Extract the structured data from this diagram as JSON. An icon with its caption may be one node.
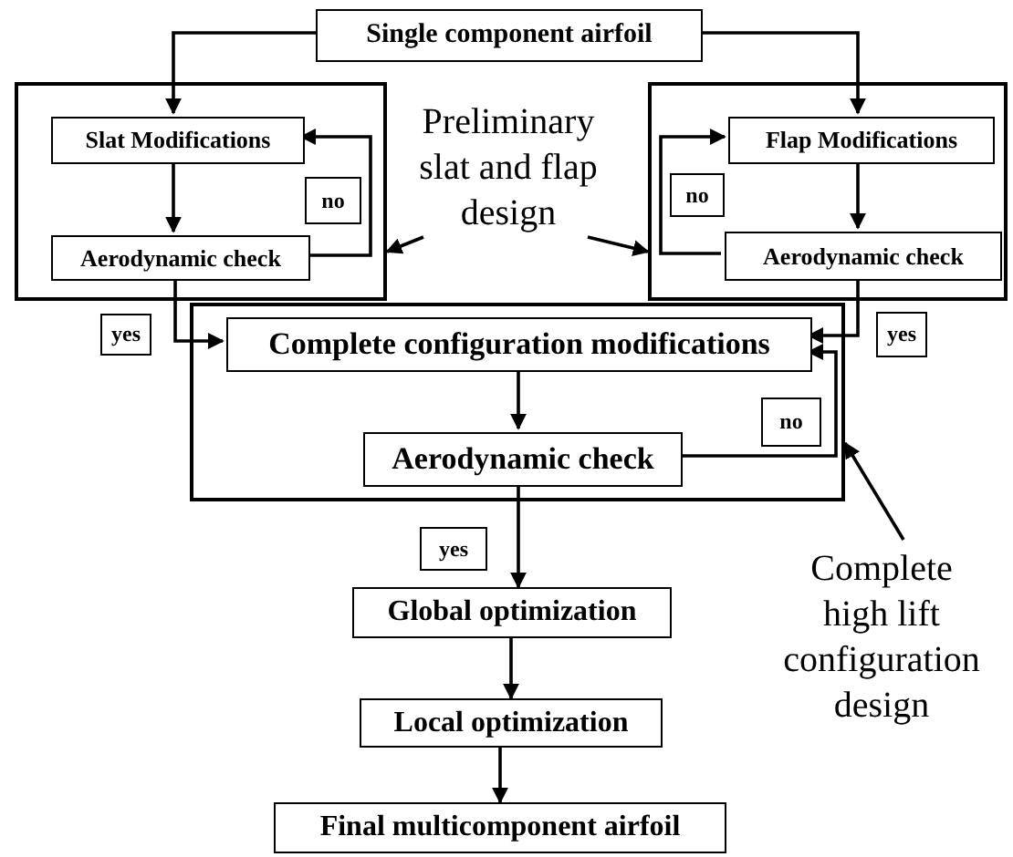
{
  "diagram": {
    "nodes": [
      {
        "text": [
          "Single component airfoil"
        ]
      },
      {
        "text": [],
        "shape": "box"
      },
      {
        "text": [
          "Slat Modifications"
        ],
        "in": 1
      },
      {
        "text": [
          "Aerodynamic check"
        ],
        "in": 1
      },
      {
        "text": [],
        "shape": "box"
      },
      {
        "text": [
          "Flap Modifications"
        ],
        "in": 4
      },
      {
        "text": [
          "Aerodynamic check"
        ],
        "in": 4
      },
      {
        "text": [
          "Preliminary slat and flap design"
        ]
      },
      {
        "text": [],
        "shape": "box"
      },
      {
        "text": [
          "Complete configuration modifications"
        ],
        "in": 8
      },
      {
        "text": [
          "Aerodynamic check"
        ],
        "in": 8
      },
      {
        "text": [
          "Complete high lift configuration design"
        ]
      },
      {
        "text": [
          "Global optimization"
        ]
      },
      {
        "text": [
          "Local optimization"
        ]
      },
      {
        "text": [
          "Final multicomponent airfoil"
        ]
      }
    ],
    "edges": [
      {
        "from": 0,
        "to": 2,
        "arrow": "to"
      },
      {
        "from": 0,
        "to": 5,
        "arrow": "to"
      },
      {
        "from": 2,
        "to": 3,
        "arrow": "to"
      },
      {
        "from": 3,
        "to": 2,
        "arrow": "to",
        "label": "no"
      },
      {
        "from": 5,
        "to": 6,
        "arrow": "to"
      },
      {
        "from": 6,
        "to": 5,
        "arrow": "to",
        "label": "no"
      },
      {
        "from": 7,
        "to": 1,
        "arrow": "to"
      },
      {
        "from": 7,
        "to": 4,
        "arrow": "to"
      },
      {
        "from": 3,
        "to": 9,
        "arrow": "to",
        "label": "yes"
      },
      {
        "from": 6,
        "to": 9,
        "arrow": "to",
        "label": "yes"
      },
      {
        "from": 9,
        "to": 10,
        "arrow": "to"
      },
      {
        "from": 10,
        "to": 9,
        "arrow": "to",
        "label": "no"
      },
      {
        "from": 11,
        "to": 8,
        "arrow": "to"
      },
      {
        "from": 10,
        "to": 12,
        "arrow": "to",
        "label": "yes"
      },
      {
        "from": 12,
        "to": 13,
        "arrow": "to"
      },
      {
        "from": 13,
        "to": 14,
        "arrow": "to"
      }
    ]
  }
}
